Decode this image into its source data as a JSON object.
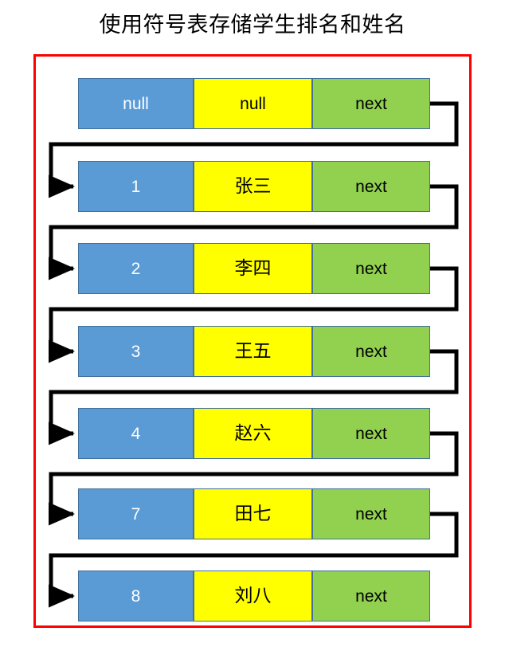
{
  "title": "使用符号表存储学生排名和姓名",
  "colors": {
    "key_cell": "#5B9BD5",
    "value_cell": "#FFFF00",
    "next_cell": "#92D050",
    "cell_border": "#41719C",
    "container_border": "#FF0000",
    "arrow": "#000000",
    "key_text": "#FFFFFF",
    "value_text": "#000000",
    "background": "#FFFFFF"
  },
  "diagram": {
    "type": "linked-list",
    "node_count": 7,
    "columns": [
      "key",
      "value",
      "next"
    ],
    "nodes": [
      {
        "key": "null",
        "value": "null",
        "next": "next",
        "has_outgoing_arrow": true
      },
      {
        "key": "1",
        "value": "张三",
        "next": "next",
        "has_outgoing_arrow": true
      },
      {
        "key": "2",
        "value": "李四",
        "next": "next",
        "has_outgoing_arrow": true
      },
      {
        "key": "3",
        "value": "王五",
        "next": "next",
        "has_outgoing_arrow": true
      },
      {
        "key": "4",
        "value": "赵六",
        "next": "next",
        "has_outgoing_arrow": true
      },
      {
        "key": "7",
        "value": "田七",
        "next": "next",
        "has_outgoing_arrow": true
      },
      {
        "key": "8",
        "value": "刘八",
        "next": "next",
        "has_outgoing_arrow": false
      }
    ]
  }
}
